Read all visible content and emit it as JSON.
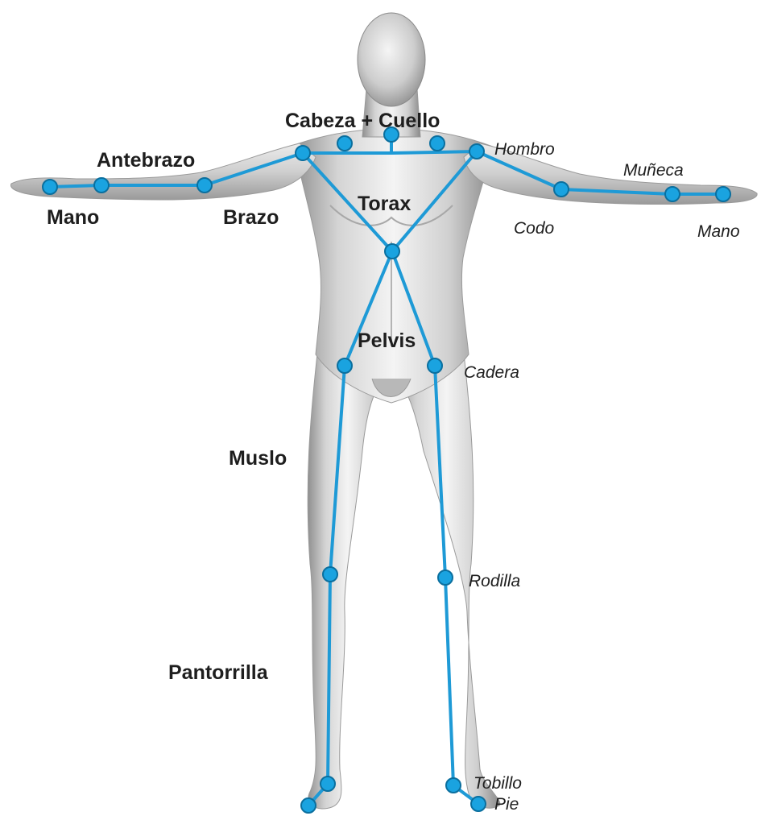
{
  "colors": {
    "skeleton": "#1e9ad6",
    "joint_fill": "#1aa3e0",
    "joint_outline": "#0b6f9e",
    "body_light": "#f2f2f2",
    "body_mid": "#c4c4c4",
    "body_dark": "#8c8c8c",
    "text": "#1e1e1e"
  },
  "segment_labels": {
    "head_neck": "Cabeza + Cuello",
    "forearm": "Antebrazo",
    "hand": "Mano",
    "arm": "Brazo",
    "thorax": "Torax",
    "pelvis": "Pelvis",
    "thigh": "Muslo",
    "calf": "Pantorrilla"
  },
  "joint_labels": {
    "shoulder": "Hombro",
    "wrist": "Muñeca",
    "elbow": "Codo",
    "hand": "Mano",
    "hip": "Cadera",
    "knee": "Rodilla",
    "ankle": "Tobillo",
    "foot": "Pie"
  }
}
